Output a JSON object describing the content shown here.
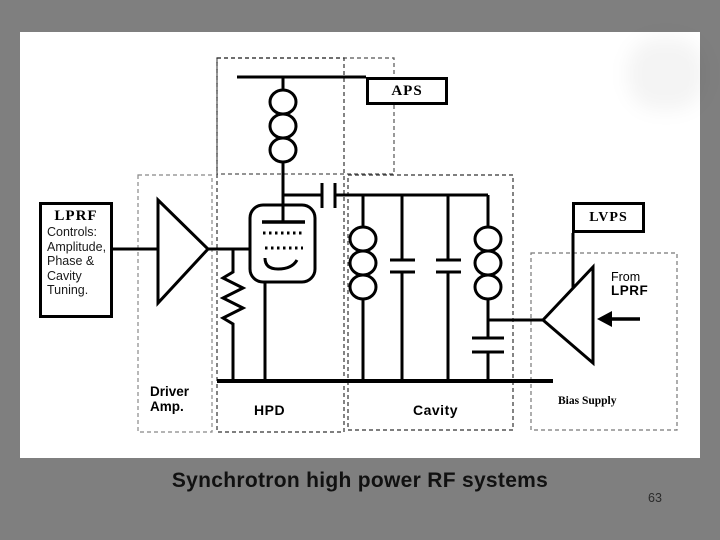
{
  "window": {
    "caption": "Synchrotron high power RF systems",
    "page_number": "63"
  },
  "diagram": {
    "lprf_controls": {
      "title": "LPRF",
      "lines": [
        "Controls:",
        "Amplitude,",
        "Phase &",
        "Cavity",
        "Tuning."
      ]
    },
    "aps": "APS",
    "lvps": "LVPS",
    "from_lprf": [
      "From",
      "LPRF"
    ],
    "section_labels": {
      "driver_amp": [
        "Driver",
        "Amp."
      ],
      "hpd": "HPD",
      "cavity": "Cavity",
      "bias_supply": "Bias Supply"
    },
    "symbols": [
      "inductor",
      "capacitor",
      "tetrode-tube",
      "amplifier-triangle",
      "resistor",
      "left-arrow"
    ]
  },
  "colors": {
    "background": "#7f7f7f",
    "slide": "#ffffff",
    "ink": "#000000"
  }
}
